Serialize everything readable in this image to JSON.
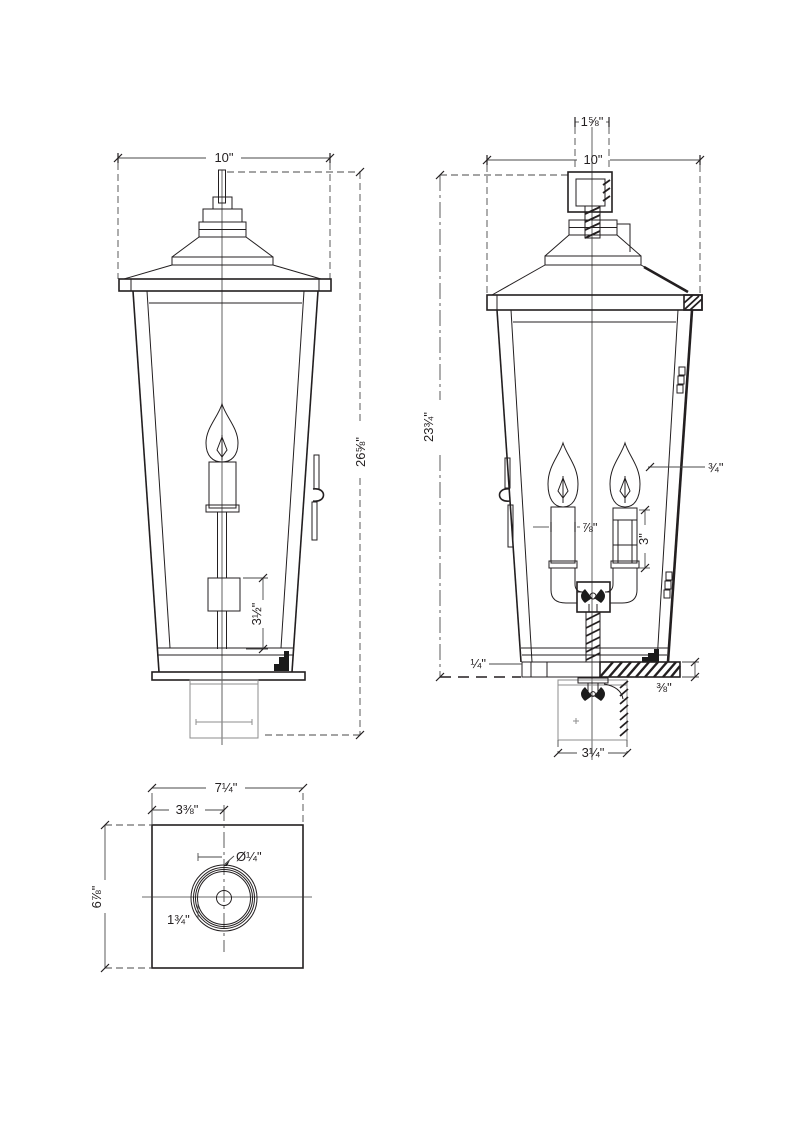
{
  "colors": {
    "line": "#231f20",
    "light_line": "#8d8d8d",
    "background": "#ffffff"
  },
  "views": {
    "front": {
      "label": "front-elevation",
      "dimensions": {
        "top_width": "10\"",
        "overall_height": "26⅝\"",
        "socket_mount_height": "3½\""
      }
    },
    "side": {
      "label": "side-section",
      "dimensions": {
        "finial_width": "1⅝\"",
        "top_width": "10\"",
        "body_height": "23¾\"",
        "candle_width": "⅞\"",
        "socket_height": "3\"",
        "frame_thickness": "¾\"",
        "floor_lip": "¼\"",
        "floor_thickness": "⅜\"",
        "post_width": "3¼\""
      }
    },
    "plan": {
      "label": "bottom-plan",
      "dimensions": {
        "plate_width": "7¼\"",
        "center_offset": "3⅜\"",
        "plate_depth": "6⅞\"",
        "hole_diameter": "Ø¼\"",
        "collar_diameter": "1¾\""
      }
    }
  }
}
